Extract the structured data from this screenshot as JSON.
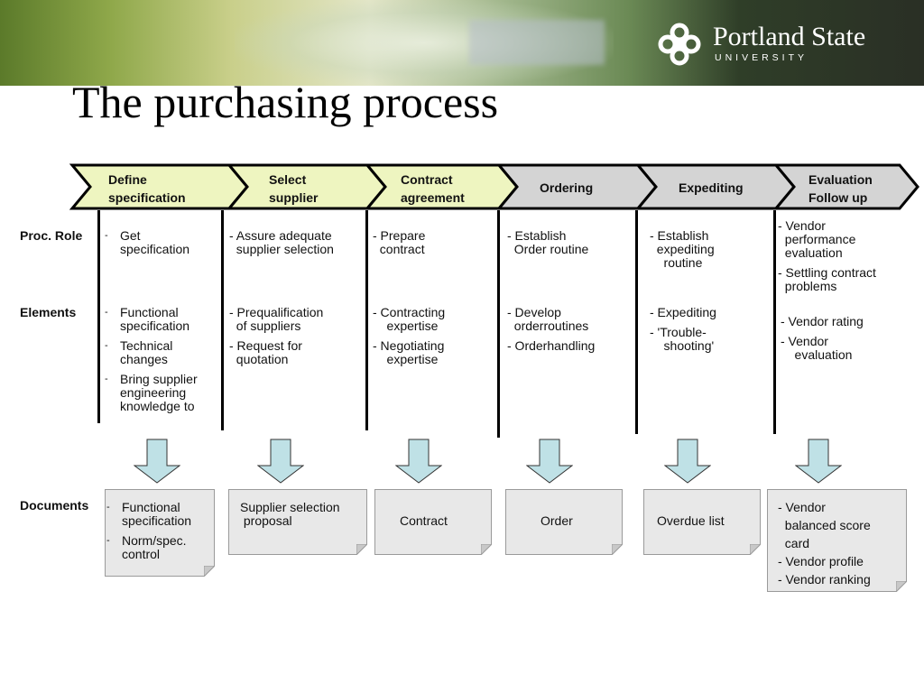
{
  "header": {
    "logo_name": "Portland State",
    "logo_sub": "UNIVERSITY"
  },
  "title": "The purchasing process",
  "stages": [
    {
      "label": "Define\nspecification",
      "highlight": true
    },
    {
      "label": "Select\nsupplier",
      "highlight": true
    },
    {
      "label": "Contract\nagreement",
      "highlight": true
    },
    {
      "label": "Ordering",
      "highlight": false
    },
    {
      "label": "Expediting",
      "highlight": false
    },
    {
      "label": "Evaluation\nFollow up",
      "highlight": false
    }
  ],
  "colors": {
    "highlight": "#eef5c0",
    "neutral": "#d4d4d4",
    "arrow": "#bfe1e6",
    "doc": "#e8e8e8"
  },
  "row_labels": {
    "proc_role": "Proc. Role",
    "elements": "Elements",
    "documents": "Documents"
  },
  "proc_role": [
    [
      "Get\nspecification"
    ],
    [
      "- Assure adequate\n  supplier selection"
    ],
    [
      "- Prepare\n  contract"
    ],
    [
      "- Establish\n  Order routine"
    ],
    [
      "- Establish\n  expediting\n    routine"
    ],
    [
      "- Vendor\n  performance\n  evaluation",
      "- Settling contract\n  problems"
    ]
  ],
  "elements": [
    [
      "Functional\nspecification",
      "Technical\nchanges",
      "Bring supplier\nengineering\nknowledge to"
    ],
    [
      "- Prequalification\n  of suppliers",
      "- Request for\n  quotation"
    ],
    [
      "- Contracting\n    expertise",
      "- Negotiating\n    expertise"
    ],
    [
      "- Develop\n  orderroutines",
      "- Orderhandling"
    ],
    [
      "- Expediting",
      "- 'Trouble-\n    shooting'"
    ],
    [
      "- Vendor rating",
      "- Vendor\n    evaluation"
    ]
  ],
  "documents": [
    [
      "Functional\nspecification",
      "Norm/spec.\ncontrol"
    ],
    [
      "Supplier selection\n proposal"
    ],
    [
      "Contract"
    ],
    [
      "Order"
    ],
    [
      "Overdue list"
    ],
    [
      "- Vendor\n  balanced score\n  card",
      "- Vendor profile",
      "- Vendor ranking"
    ]
  ]
}
